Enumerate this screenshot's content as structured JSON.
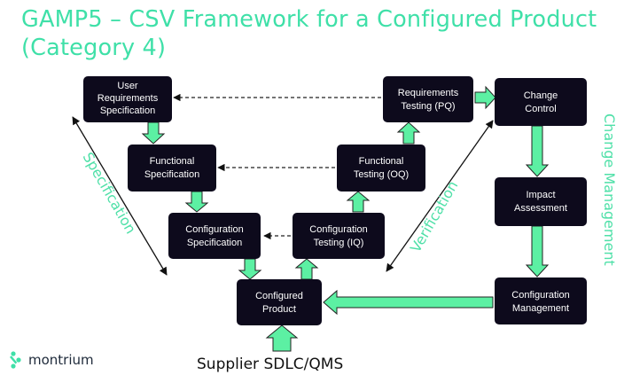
{
  "title": {
    "line1": "GAMP5 – CSV Framework for a Configured Product",
    "line2": "(Category 4)"
  },
  "boxes": {
    "urs": [
      "User",
      "Requirements",
      "Specification"
    ],
    "fs": [
      "Functional",
      "Specification"
    ],
    "cs": [
      "Configuration",
      "Specification"
    ],
    "cp": [
      "Configured",
      "Product"
    ],
    "iq": [
      "Configuration",
      "Testing (IQ)"
    ],
    "oq": [
      "Functional",
      "Testing (OQ)"
    ],
    "pq": [
      "Requirements",
      "Testing (PQ)"
    ],
    "cc": [
      "Change",
      "Control"
    ],
    "ia": [
      "Impact",
      "Assessment"
    ],
    "cm": [
      "Configuration",
      "Management"
    ]
  },
  "labels": {
    "specification": "Specification",
    "verification": "Verification",
    "change_management": "Change Management",
    "supplier": "Supplier SDLC/QMS"
  },
  "logo": {
    "text": "montrium",
    "icon": "chevron-right-icon"
  },
  "colors": {
    "title": "#3fe0a8",
    "box": "#0d0a1c",
    "arrow_fill": "#5cf0a3",
    "arrow_stroke": "#222222"
  }
}
